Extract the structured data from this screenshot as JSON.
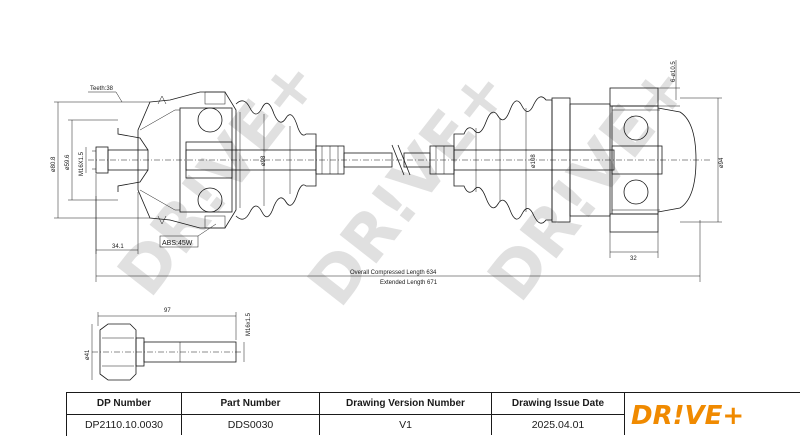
{
  "drawing": {
    "labels": {
      "teeth": "Teeth:38",
      "abs": "ABS:45W",
      "d_left_outer": "ø80.8",
      "d_left_mid": "ø59.6",
      "thread_left": "M16X1.5",
      "d_left_shaft": "ø98",
      "d_right_shaft": "ø108",
      "d_right_outer": "ø94",
      "hole_right": "6-ø10.5",
      "len_left": "34.1",
      "len_right": "32",
      "overall": "Overall Compressed Length 634",
      "extended": "Extended Length 671",
      "bolt_length": "97",
      "bolt_thread": "M16x1.5",
      "bolt_head": "ø41"
    },
    "watermark": "DR!VE+"
  },
  "title_block": {
    "headers": [
      "DP Number",
      "Part Number",
      "Drawing Version Number",
      "Drawing Issue Date"
    ],
    "values": [
      "DP2110.10.0030",
      "DDS0030",
      "V1",
      "2025.04.01"
    ]
  },
  "logo": {
    "text": "DR!VE+",
    "color": "#f08a00"
  }
}
